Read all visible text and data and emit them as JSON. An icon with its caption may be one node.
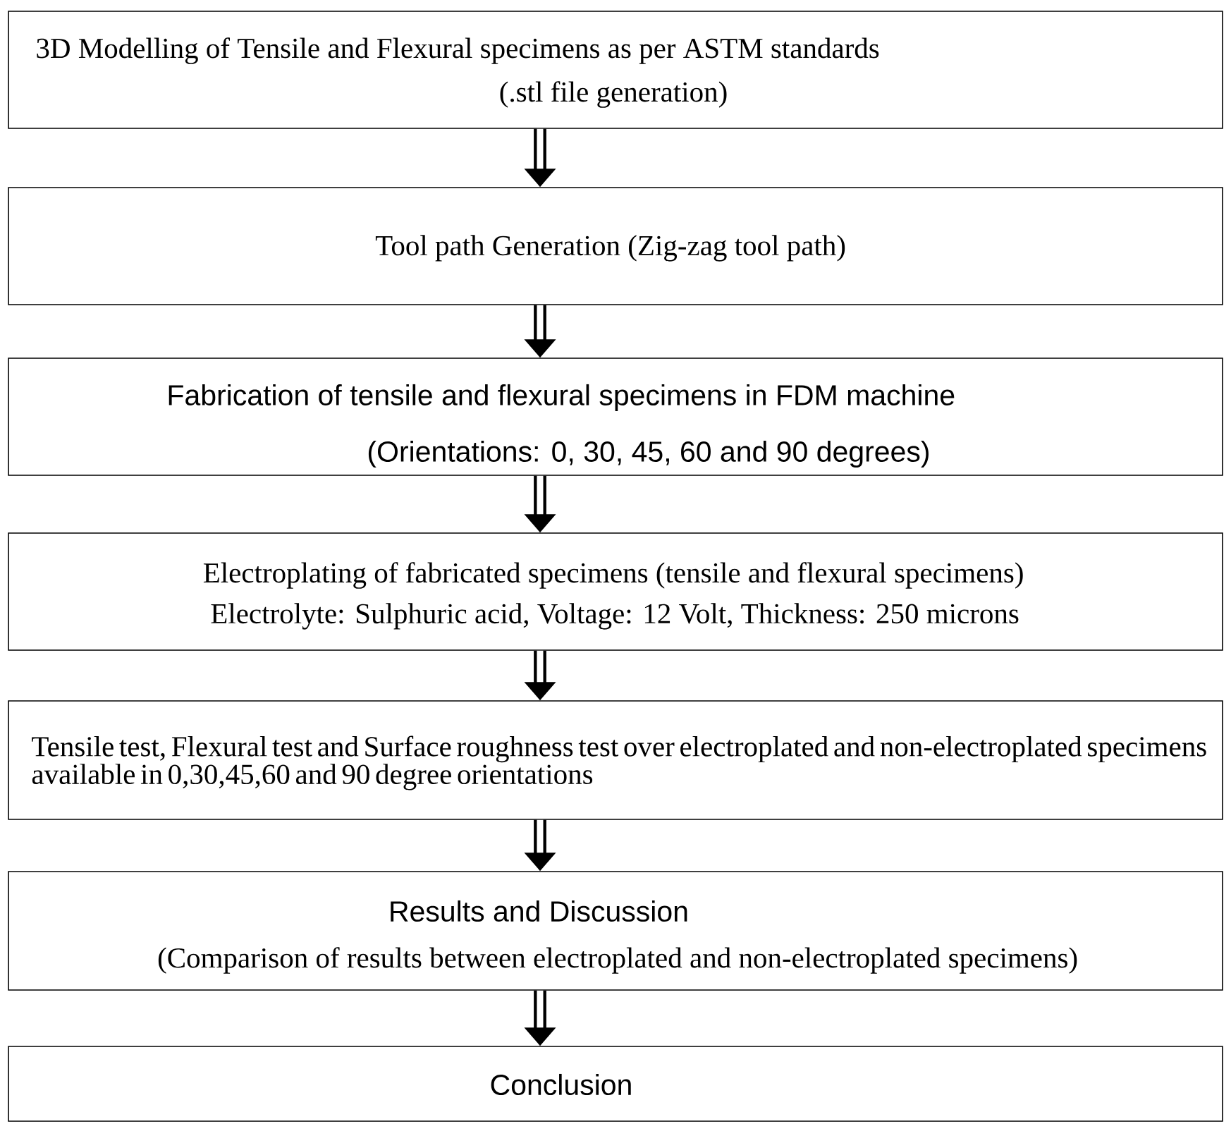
{
  "diagram": {
    "nodes": [
      {
        "text": [
          "3D Modelling of Tensile and Flexural specimens as per ASTM standards",
          "(.stl file generation)"
        ]
      },
      {
        "text": [
          "Tool path Generation (Zig-zag tool path)"
        ]
      },
      {
        "text": [
          "Fabrication of tensile and flexural specimens in FDM machine",
          "(Orientations: 0, 30, 45, 60 and 90 degrees)"
        ]
      },
      {
        "text": [
          "Electroplating of fabricated specimens (tensile and flexural specimens)",
          "Electrolyte: Sulphuric acid, Voltage: 12 Volt, Thickness: 250 microns"
        ]
      },
      {
        "text": [
          "Tensile test, Flexural test and Surface roughness test over electroplated and non-electroplated specimens available in 0,30,45,60 and 90 degree orientations"
        ]
      },
      {
        "text": [
          "Results and Discussion",
          "(Comparison of results between electroplated and non-electroplated specimens)"
        ]
      },
      {
        "text": [
          "Conclusion"
        ]
      }
    ],
    "edges": [
      {
        "from": 0,
        "to": 1,
        "arrow": "to"
      },
      {
        "from": 1,
        "to": 2,
        "arrow": "to"
      },
      {
        "from": 2,
        "to": 3,
        "arrow": "to"
      },
      {
        "from": 3,
        "to": 4,
        "arrow": "to"
      },
      {
        "from": 4,
        "to": 5,
        "arrow": "to"
      },
      {
        "from": 5,
        "to": 6,
        "arrow": "to"
      }
    ]
  }
}
